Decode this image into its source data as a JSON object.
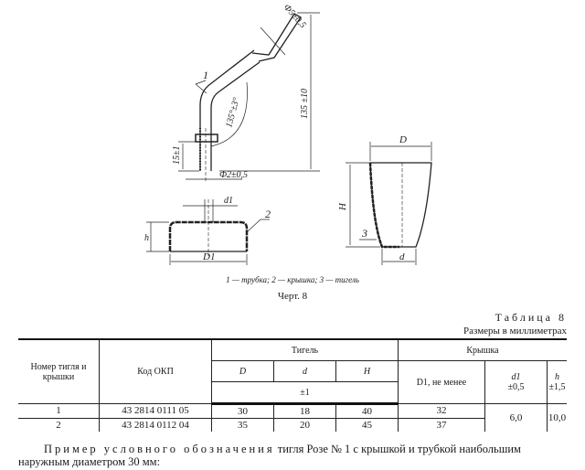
{
  "drawing": {
    "labels": {
      "part1": "1",
      "part2": "2",
      "part3": "3",
      "tube_dia": "Ф5±0,5",
      "angle": "135°±3°",
      "height_total": "135 ±10",
      "height_bottom": "15±1",
      "inner_dia": "Ф2±0,5",
      "lid_d1": "d1",
      "lid_h": "h",
      "lid_D1": "D1",
      "cr_D": "D",
      "cr_H": "H",
      "cr_d": "d"
    },
    "legend": "1 — трубка; 2 — крышка; 3 — тигель",
    "figure": "Черт. 8"
  },
  "table": {
    "title": "Таблица 8",
    "units": "Размеры в миллиметрах",
    "headers": {
      "number": "Номер тигля и крышки",
      "code": "Код ОКП",
      "crucible": "Тигель",
      "lid": "Крышка",
      "D": "D",
      "d": "d",
      "H": "H",
      "tol": "±1",
      "D1": "D1, не менее",
      "d1": "d1",
      "d1_tol": "±0,5",
      "h": "h",
      "h_tol": "±1,5"
    },
    "rows": [
      {
        "num": "1",
        "code": "43 2814 0111 05",
        "D": "30",
        "d": "18",
        "H": "40",
        "D1": "32"
      },
      {
        "num": "2",
        "code": "43 2814 0112 04",
        "D": "35",
        "d": "20",
        "H": "45",
        "D1": "37"
      }
    ],
    "shared": {
      "d1": "6,0",
      "h": "10,0"
    }
  },
  "example": {
    "lead": "Пример условного обозначения",
    "text": " тигля Розе № 1 с крышкой и трубкой наибольшим",
    "text2": "наружным диаметром 30 мм:"
  }
}
